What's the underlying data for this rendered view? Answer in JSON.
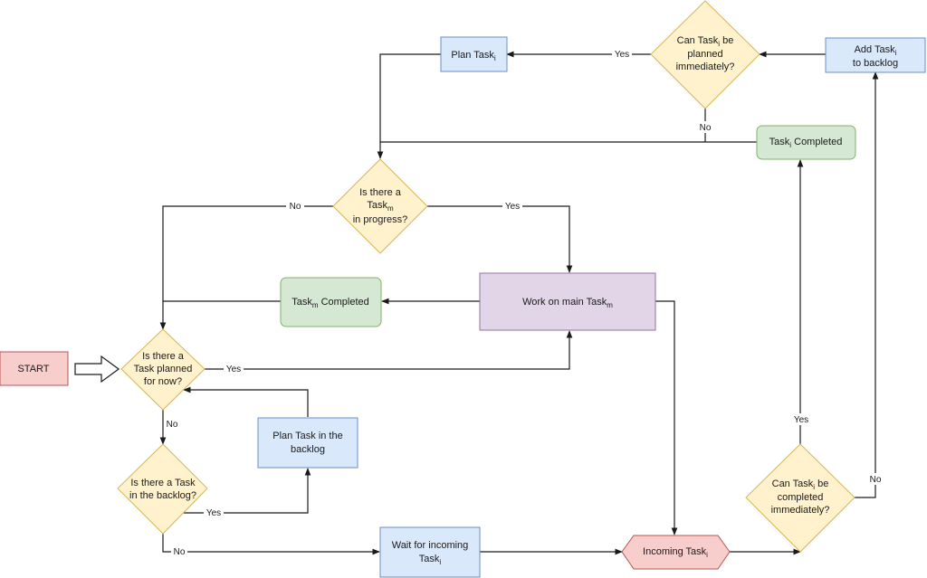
{
  "nodes": {
    "start": {
      "label": "START",
      "color": "#f8cecc"
    },
    "plan_ti": {
      "label": "Plan Task",
      "sub": "i"
    },
    "can_plan_q": {
      "l1a": "Can Task",
      "l1sub": "i",
      "l1b": " be",
      "l2": "planned",
      "l3": "immediately?"
    },
    "add_backlog": {
      "l1a": "Add Task",
      "l1sub": "i",
      "l2": "to backlog"
    },
    "ti_completed": {
      "a": "Task",
      "sub": "i",
      "b": " Completed"
    },
    "tm_progress_q": {
      "l1": "Is there a",
      "l2a": "Task",
      "l2sub": "m",
      "l3": "in progress?"
    },
    "tm_completed": {
      "a": "Task",
      "sub": "m",
      "b": " Completed"
    },
    "work_main": {
      "a": "Work on main Task",
      "sub": "m"
    },
    "planned_now_q": {
      "l1": "Is there a",
      "l2": "Task planned",
      "l3": "for now?"
    },
    "plan_backlog": {
      "l1": "Plan Task in the",
      "l2": "backlog"
    },
    "backlog_q": {
      "l1": "Is there a Task",
      "l2": "in the backlog?"
    },
    "wait_incoming": {
      "l1": "Wait for incoming",
      "l2a": "Task",
      "l2sub": "i"
    },
    "incoming": {
      "a": "Incoming Task",
      "sub": "i"
    },
    "can_complete_q": {
      "l1a": "Can Task",
      "l1sub": "i",
      "l1b": " be",
      "l2": "completed",
      "l3": "immediately?"
    }
  },
  "edge_labels": {
    "yes_plan": "Yes",
    "no_plan": "No",
    "no_progress": "No",
    "yes_progress": "Yes",
    "yes_planned_now": "Yes",
    "no_planned_now": "No",
    "yes_backlog": "Yes",
    "no_backlog": "No",
    "yes_complete": "Yes",
    "no_complete": "No"
  },
  "colors": {
    "blue_fill": "#dae8fc",
    "blue_stroke": "#6c8ebf",
    "yellow_fill": "#fff2cc",
    "yellow_stroke": "#d6b656",
    "green_fill": "#d5e8d4",
    "green_stroke": "#82b366",
    "purple_fill": "#e1d5e7",
    "purple_stroke": "#9673a6",
    "red_fill": "#f8cecc",
    "red_stroke": "#b85450"
  }
}
